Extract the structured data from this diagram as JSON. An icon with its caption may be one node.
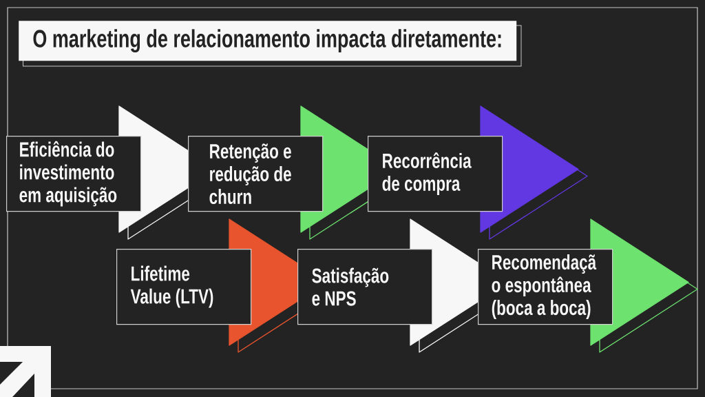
{
  "diagram": {
    "title": "O marketing de relacionamento impacta diretamente:",
    "nodes": [
      {
        "text": [
          "Eficiência do investimento em aquisição"
        ]
      },
      {
        "text": [],
        "shape": "triangle"
      },
      {
        "text": [
          "Retenção e redução de churn"
        ]
      },
      {
        "text": [],
        "shape": "triangle"
      },
      {
        "text": [
          "Recorrência de compra"
        ]
      },
      {
        "text": [],
        "shape": "triangle"
      },
      {
        "text": [
          "Lifetime Value (LTV)"
        ]
      },
      {
        "text": [],
        "shape": "triangle"
      },
      {
        "text": [
          "Satisfação e NPS"
        ]
      },
      {
        "text": [],
        "shape": "triangle"
      },
      {
        "text": [
          "Recomendaçã o espontânea (boca a boca)"
        ]
      },
      {
        "text": [],
        "shape": "triangle"
      }
    ]
  }
}
